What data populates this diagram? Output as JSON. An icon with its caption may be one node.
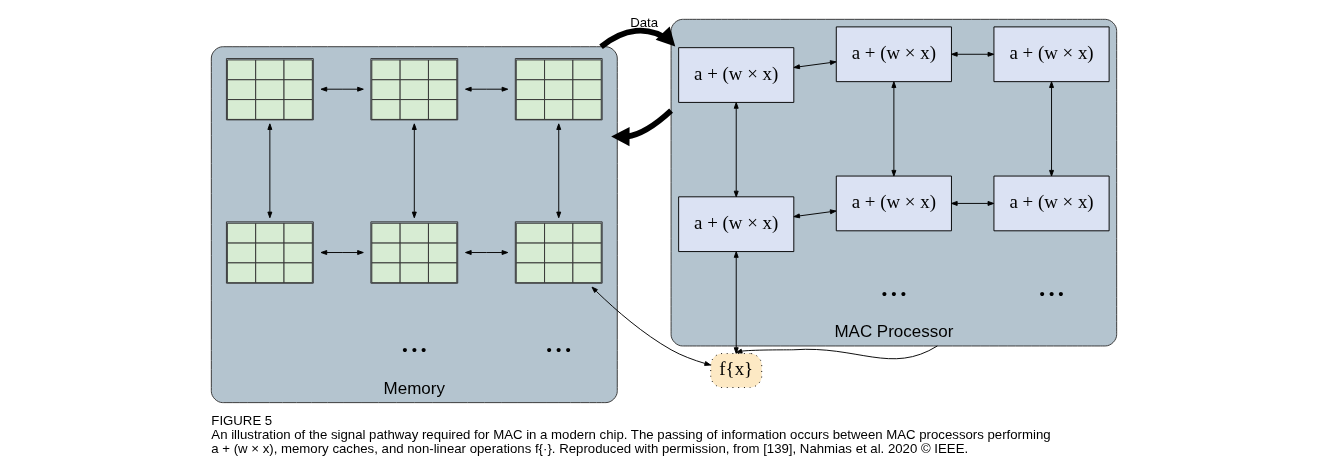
{
  "diagram": {
    "title": "FIGURE 5",
    "caption": "An illustration of the signal pathway required for MAC in a modern chip. The passing of information occurs between MAC processors performing a + (w × x), memory caches, and non-linear operations f{·}. Reproduced with permission, from [139], Nahmias et al. 2020 © IEEE.",
    "nodes": [
      {
        "text": [
          "Memory"
        ]
      },
      {
        "text": [],
        "shape": "grid",
        "in": 0
      },
      {
        "text": [],
        "shape": "grid",
        "in": 0
      },
      {
        "text": [],
        "shape": "grid",
        "in": 0
      },
      {
        "text": [],
        "shape": "grid",
        "in": 0
      },
      {
        "text": [],
        "shape": "grid",
        "in": 0
      },
      {
        "text": [],
        "shape": "grid",
        "in": 0
      },
      {
        "text": [
          "f{x}"
        ]
      },
      {
        "text": [
          "MAC Processor"
        ]
      },
      {
        "text": [
          "a + (w × x)"
        ],
        "in": 8
      },
      {
        "text": [
          "a + (w × x)"
        ],
        "in": 8
      },
      {
        "text": [
          "a + (w × x)"
        ],
        "in": 8
      },
      {
        "text": [
          "a + (w × x)"
        ],
        "in": 8
      },
      {
        "text": [
          "a + (w × x)"
        ],
        "in": 8
      },
      {
        "text": [
          "a + (w × x)"
        ],
        "in": 8
      }
    ],
    "edges": [
      {
        "from": 1,
        "to": 2,
        "arrow": "both"
      },
      {
        "from": 2,
        "to": 3,
        "arrow": "both"
      },
      {
        "from": 1,
        "to": 4,
        "arrow": "both"
      },
      {
        "from": 2,
        "to": 5,
        "arrow": "both"
      },
      {
        "from": 3,
        "to": 6,
        "arrow": "both"
      },
      {
        "from": 4,
        "to": 5,
        "arrow": "both"
      },
      {
        "from": 5,
        "to": 6,
        "arrow": "both"
      },
      {
        "from": 3,
        "to": 7,
        "arrow": "both"
      },
      {
        "from": 7,
        "to": 9,
        "arrow": "both"
      },
      {
        "from": 9,
        "to": 10,
        "arrow": "both"
      },
      {
        "from": 10,
        "to": 11,
        "arrow": "both"
      },
      {
        "from": 9,
        "to": 12,
        "arrow": "both"
      },
      {
        "from": 10,
        "to": 13,
        "arrow": "both"
      },
      {
        "from": 11,
        "to": 14,
        "arrow": "both"
      },
      {
        "from": 12,
        "to": 13,
        "arrow": "both"
      },
      {
        "from": 13,
        "to": 14,
        "arrow": "both"
      },
      {
        "from": 8,
        "to": 7,
        "arrow": "to"
      },
      {
        "from": 0,
        "to": 8,
        "arrow": "to",
        "label": "Data",
        "style": "thick"
      },
      {
        "from": 8,
        "to": 0,
        "arrow": "to",
        "style": "thick"
      }
    ],
    "labels": [
      "• • •",
      "• • •",
      "• • •",
      "• • •"
    ]
  }
}
